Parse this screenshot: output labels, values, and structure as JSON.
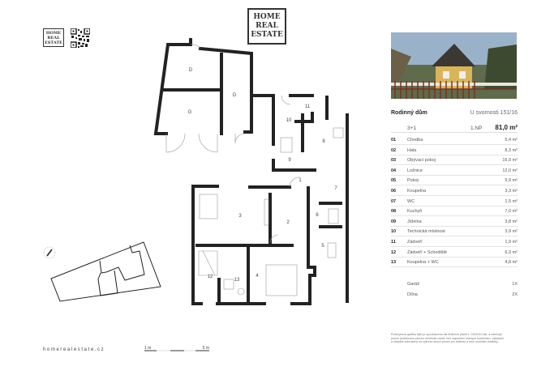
{
  "brand": {
    "logo_lines": [
      "HOME",
      "REAL",
      "ESTATE"
    ],
    "website": "homerealestate.cz"
  },
  "property": {
    "type": "Rodinný dům",
    "address": "U svornosti 151/16",
    "layout": "3+1",
    "floor": "1.NP",
    "total_area": "81,0 m²"
  },
  "rooms": [
    {
      "num": "01",
      "name": "Chodba",
      "area": "5,4 m²"
    },
    {
      "num": "02",
      "name": "Hala",
      "area": "8,3 m²"
    },
    {
      "num": "03",
      "name": "Obývací pokoj",
      "area": "16,9 m²"
    },
    {
      "num": "04",
      "name": "Ložnice",
      "area": "12,0 m²"
    },
    {
      "num": "05",
      "name": "Pokoj",
      "area": "5,9 m²"
    },
    {
      "num": "06",
      "name": "Koupelna",
      "area": "3,3 m²"
    },
    {
      "num": "07",
      "name": "WC",
      "area": "1,5 m²"
    },
    {
      "num": "08",
      "name": "Kuchyň",
      "area": "7,0 m²"
    },
    {
      "num": "09",
      "name": "Jídelna",
      "area": "3,8 m²"
    },
    {
      "num": "10",
      "name": "Technická místnost",
      "area": "3,9 m²"
    },
    {
      "num": "11",
      "name": "Zádveří",
      "area": "1,9 m²"
    },
    {
      "num": "12",
      "name": "Zádveří  + Schodiště",
      "area": "6,3 m²"
    },
    {
      "num": "13",
      "name": "Koupelna + WC",
      "area": "4,8 m²"
    }
  ],
  "extras": [
    {
      "name": "Garáž",
      "value": "1X"
    },
    {
      "name": "Dílna",
      "value": "2X"
    }
  ],
  "plan_labels": {
    "D1": "D",
    "G": "G",
    "D2": "D",
    "r1": "1",
    "r2": "2",
    "r3": "3",
    "r4": "4",
    "r5": "5",
    "r6": "6",
    "r7": "7",
    "r8": "8",
    "r9": "9",
    "r10": "10",
    "r11": "11",
    "r12": "12",
    "r13": "13"
  },
  "scale": {
    "start": "1 m",
    "end": "5 m"
  },
  "disclaimer": "Podorysová grafika bytu je vyzobrazena dle finálních plánů z. 2/6/2013 tak, a zahrnuje pouze podlahovou plochu místností uvnitř, bez započtení nosných konstrukcí. Vybavení a nábytek zobrazený na výkresu slouží pouze pro ilustraci a není součástí dodávky."
}
